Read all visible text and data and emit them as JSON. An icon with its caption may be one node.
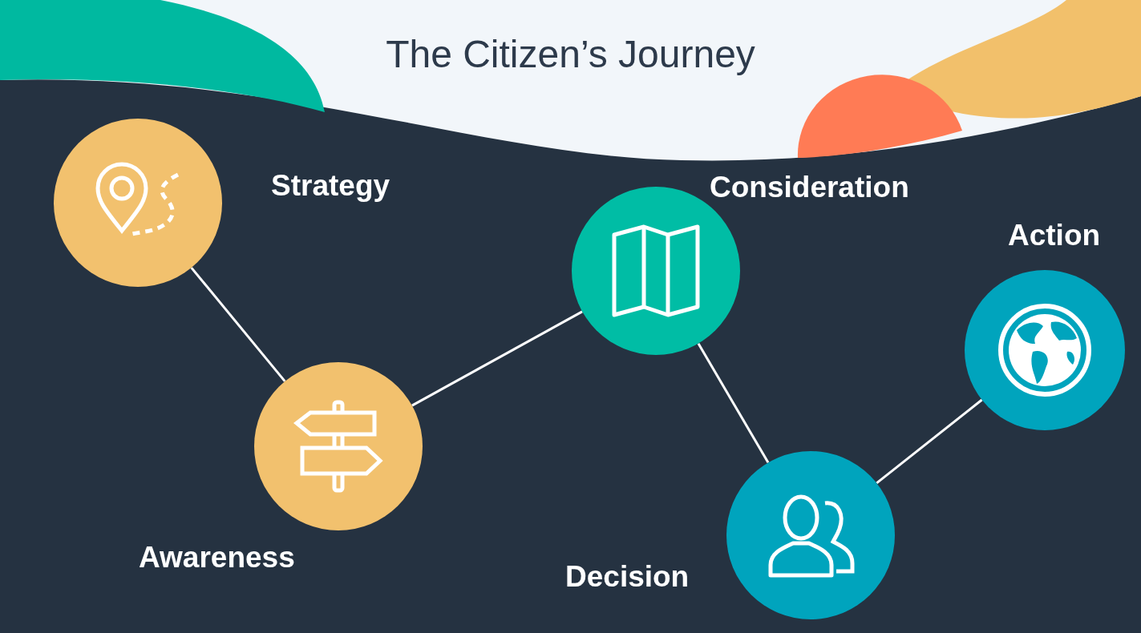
{
  "diagram": {
    "title": "The Citizen’s Journey",
    "nodes": [
      {
        "text": [],
        "shape": "circle",
        "beside": [
          "Strategy"
        ]
      },
      {
        "text": [],
        "shape": "circle",
        "beside": [
          "Awareness"
        ]
      },
      {
        "text": [],
        "shape": "circle",
        "beside": [
          "Consideration"
        ]
      },
      {
        "text": [],
        "shape": "circle",
        "beside": [
          "Decision"
        ]
      },
      {
        "text": [],
        "shape": "circle",
        "beside": [
          "Action"
        ]
      }
    ],
    "edges": [
      {
        "from": 0,
        "to": 1,
        "arrow": "none"
      },
      {
        "from": 1,
        "to": 2,
        "arrow": "none"
      },
      {
        "from": 2,
        "to": 3,
        "arrow": "none"
      },
      {
        "from": 3,
        "to": 4,
        "arrow": "none"
      }
    ]
  }
}
